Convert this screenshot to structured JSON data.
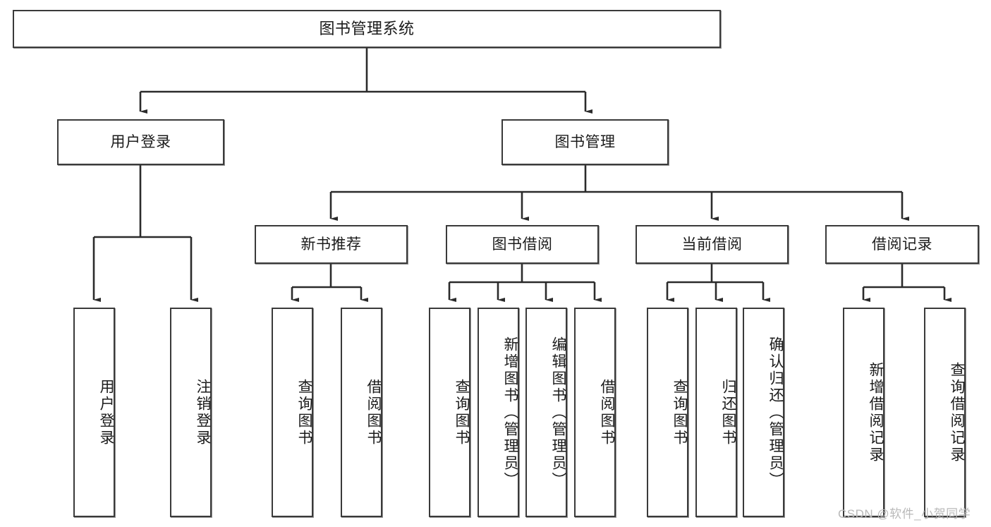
{
  "diagram": {
    "title": "图书管理系统",
    "type": "tree-hierarchy-diagram",
    "watermark": "CSDN @软件_小贺同学",
    "colors": {
      "box_border": "#3a3a3a",
      "box_fill": "#ffffff",
      "connector": "#2b2b2b",
      "text": "#1b1b1b",
      "watermark": "#b9b9b9"
    },
    "levels": {
      "root": {
        "label": "图书管理系统"
      },
      "level2": [
        {
          "id": "user-login",
          "label": "用户登录"
        },
        {
          "id": "book-manage",
          "label": "图书管理"
        }
      ],
      "level3": [
        {
          "id": "new-book-recommend",
          "label": "新书推荐",
          "parent": "book-manage"
        },
        {
          "id": "book-borrow",
          "label": "图书借阅",
          "parent": "book-manage"
        },
        {
          "id": "current-borrow",
          "label": "当前借阅",
          "parent": "book-manage"
        },
        {
          "id": "borrow-record",
          "label": "借阅记录",
          "parent": "book-manage"
        }
      ],
      "leaves": [
        {
          "id": "leaf-user-login",
          "label": "用户登录",
          "parent": "user-login"
        },
        {
          "id": "leaf-logout-login",
          "label": "注销登录",
          "parent": "user-login"
        },
        {
          "id": "leaf-query-book-1",
          "label": "查询图书",
          "parent": "new-book-recommend"
        },
        {
          "id": "leaf-borrow-book-1",
          "label": "借阅图书",
          "parent": "new-book-recommend"
        },
        {
          "id": "leaf-query-book-2",
          "label": "查询图书",
          "parent": "book-borrow"
        },
        {
          "id": "leaf-add-book",
          "label": "新增图书（管理员）",
          "parent": "book-borrow"
        },
        {
          "id": "leaf-edit-book",
          "label": "编辑图书（管理员）",
          "parent": "book-borrow"
        },
        {
          "id": "leaf-borrow-book-2",
          "label": "借阅图书",
          "parent": "book-borrow"
        },
        {
          "id": "leaf-query-book-3",
          "label": "查询图书",
          "parent": "current-borrow"
        },
        {
          "id": "leaf-return-book",
          "label": "归还图书",
          "parent": "current-borrow"
        },
        {
          "id": "leaf-confirm-return",
          "label": "确认归还（管理员）",
          "parent": "current-borrow"
        },
        {
          "id": "leaf-add-record",
          "label": "新增借阅记录",
          "parent": "borrow-record"
        },
        {
          "id": "leaf-query-record",
          "label": "查询借阅记录",
          "parent": "borrow-record"
        }
      ]
    }
  }
}
